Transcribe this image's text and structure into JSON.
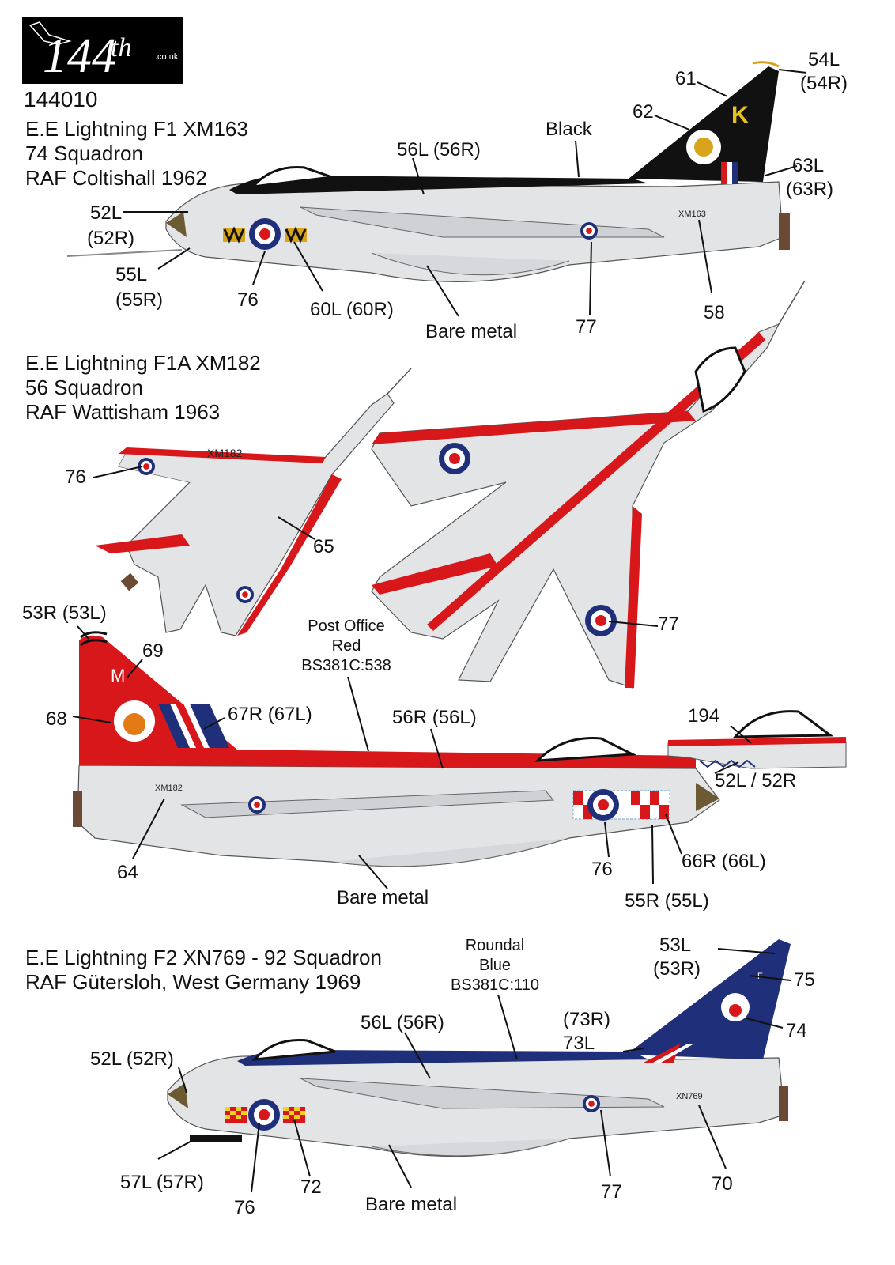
{
  "logo": {
    "number": "144",
    "superscript": "th",
    "domain": ".co.uk"
  },
  "product_code": "144010",
  "profiles": [
    {
      "title_lines": [
        "E.E Lightning F1 XM163",
        "74 Squadron",
        "RAF Coltishall 1962"
      ]
    },
    {
      "title_lines": [
        "E.E Lightning F1A XM182",
        "56 Squadron",
        "RAF Wattisham 1963"
      ]
    },
    {
      "title_lines": [
        "E.E Lightning F2 XN769 - 92 Squadron",
        "RAF Gütersloh, West Germany 1969"
      ]
    }
  ],
  "serials": {
    "xm163": "XM163",
    "xm182": "XM182",
    "xn769": "XN769"
  },
  "fin_letters": {
    "k": "K",
    "m": "M",
    "f": "F"
  },
  "callouts": {
    "a1_54": "54L",
    "a1_54b": "(54R)",
    "a1_61": "61",
    "a1_62": "62",
    "a1_black": "Black",
    "a1_56": "56L (56R)",
    "a1_63": "63L",
    "a1_63b": "(63R)",
    "a1_52": "52L",
    "a1_52b": "(52R)",
    "a1_55": "55L",
    "a1_55b": "(55R)",
    "a1_76": "76",
    "a1_60": "60L (60R)",
    "a1_bare": "Bare metal",
    "a1_77": "77",
    "a1_58": "58",
    "a2_76": "76",
    "a2_65": "65",
    "a2_77": "77",
    "a3_53": "53R (53L)",
    "a3_69": "69",
    "a3_68": "68",
    "a3_67": "67R (67L)",
    "a3_po1": "Post Office",
    "a3_po2": "Red",
    "a3_po3": "BS381C:538",
    "a3_56": "56R (56L)",
    "a3_194": "194",
    "a3_52": "52L / 52R",
    "a3_64": "64",
    "a3_76": "76",
    "a3_66": "66R (66L)",
    "a3_55": "55R (55L)",
    "a3_bare": "Bare metal",
    "a4_rb1": "Roundal",
    "a4_rb2": "Blue",
    "a4_rb3": "BS381C:110",
    "a4_53": "53L",
    "a4_53b": "(53R)",
    "a4_75": "75",
    "a4_74": "74",
    "a4_73a": "(73R)",
    "a4_73b": "73L",
    "a4_56": "56L (56R)",
    "a4_52": "52L (52R)",
    "a4_57": "57L (57R)",
    "a4_76": "76",
    "a4_72": "72",
    "a4_bare": "Bare metal",
    "a4_77": "77",
    "a4_70": "70"
  },
  "colors": {
    "post_office_red": "#d8171b",
    "roundel_blue": "#1f2f7a",
    "black": "#111111",
    "bare_metal": "#e3e4e6",
    "nose_cone": "#6b5a32"
  }
}
